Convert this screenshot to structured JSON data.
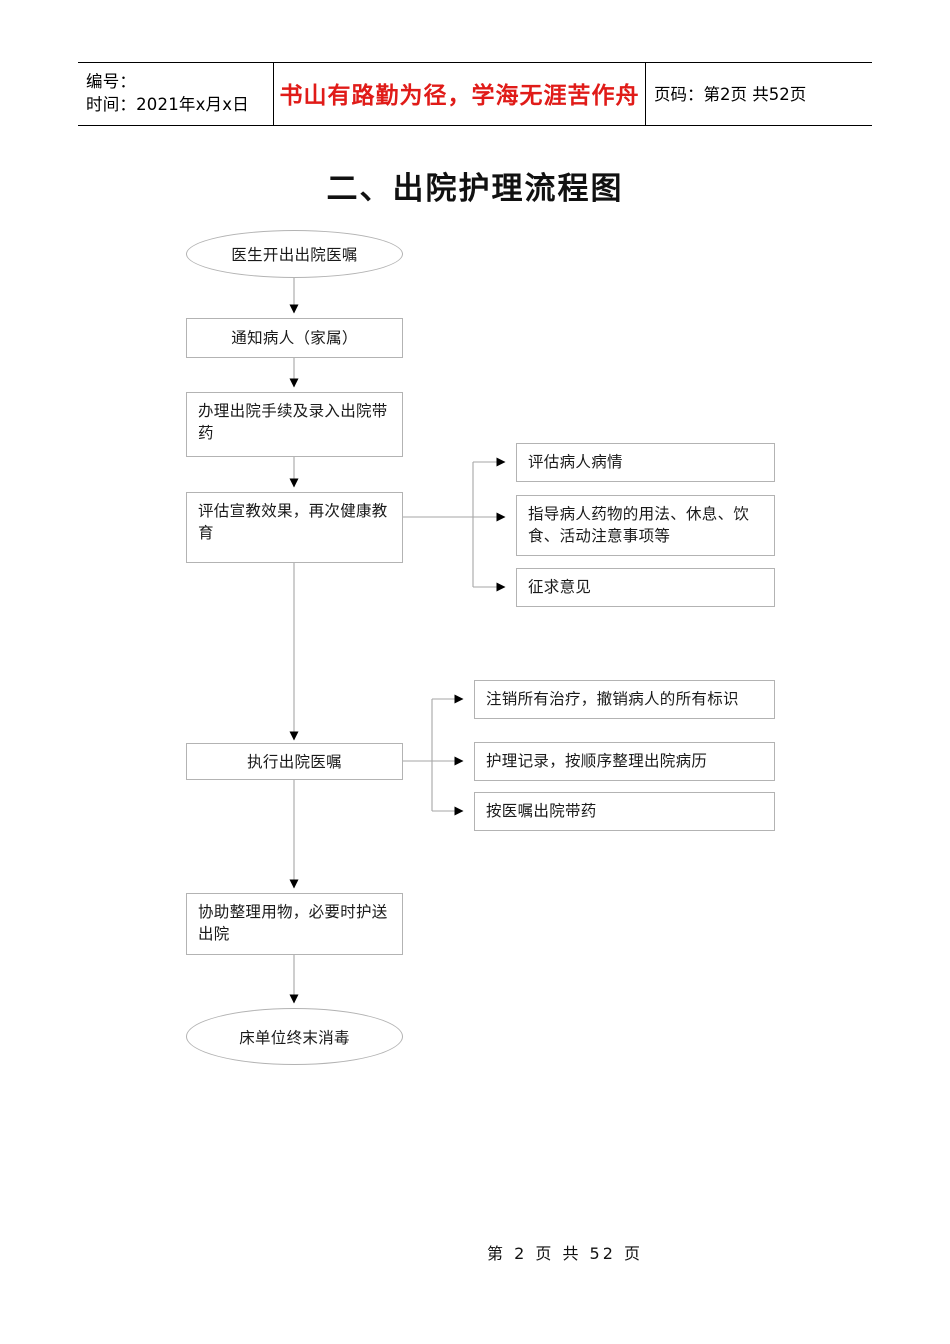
{
  "header": {
    "code_label": "编号：",
    "time_label": "时间：2021年x月x日",
    "motto": "书山有路勤为径，学海无涯苦作舟",
    "page_label": "页码：第2页 共52页",
    "motto_color": "#e01b18"
  },
  "title": "二、出院护理流程图",
  "footer": {
    "page_text": "第 2 页  共 52 页"
  },
  "chart_data": {
    "type": "flowchart",
    "title": "二、出院护理流程图",
    "orientation": "top-to-bottom",
    "nodes": [
      {
        "id": "n1",
        "shape": "ellipse",
        "label": "医生开出出院医嘱"
      },
      {
        "id": "n2",
        "shape": "rect",
        "label": "通知病人（家属）"
      },
      {
        "id": "n3",
        "shape": "rect",
        "label": "办理出院手续及录入出院带药"
      },
      {
        "id": "n4",
        "shape": "rect",
        "label": "评估宣教效果，再次健康教育"
      },
      {
        "id": "b1",
        "shape": "rect",
        "label": "评估病人病情"
      },
      {
        "id": "b2",
        "shape": "rect",
        "label": "指导病人药物的用法、休息、饮食、活动注意事项等"
      },
      {
        "id": "b3",
        "shape": "rect",
        "label": "征求意见"
      },
      {
        "id": "n5",
        "shape": "rect",
        "label": "执行出院医嘱"
      },
      {
        "id": "c1",
        "shape": "rect",
        "label": "注销所有治疗，撤销病人的所有标识"
      },
      {
        "id": "c2",
        "shape": "rect",
        "label": "护理记录，按顺序整理出院病历"
      },
      {
        "id": "c3",
        "shape": "rect",
        "label": "按医嘱出院带药"
      },
      {
        "id": "n6",
        "shape": "rect",
        "label": "协助整理用物，必要时护送出院"
      },
      {
        "id": "n7",
        "shape": "ellipse",
        "label": "床单位终末消毒"
      }
    ],
    "edges": [
      {
        "from": "n1",
        "to": "n2",
        "type": "arrow"
      },
      {
        "from": "n2",
        "to": "n3",
        "type": "arrow"
      },
      {
        "from": "n3",
        "to": "n4",
        "type": "arrow"
      },
      {
        "from": "n4",
        "to": "b1",
        "type": "arrow"
      },
      {
        "from": "n4",
        "to": "b2",
        "type": "arrow"
      },
      {
        "from": "n4",
        "to": "b3",
        "type": "arrow"
      },
      {
        "from": "n4",
        "to": "n5",
        "type": "arrow"
      },
      {
        "from": "n5",
        "to": "c1",
        "type": "arrow"
      },
      {
        "from": "n5",
        "to": "c2",
        "type": "arrow"
      },
      {
        "from": "n5",
        "to": "c3",
        "type": "arrow"
      },
      {
        "from": "n5",
        "to": "n6",
        "type": "arrow"
      },
      {
        "from": "n6",
        "to": "n7",
        "type": "arrow"
      }
    ],
    "node_border_color": "#b3b3b3",
    "connector_color": "#a6a6a6",
    "arrow_color": "#000000"
  },
  "flow": {
    "n1": "医生开出出院医嘱",
    "n2": "通知病人（家属）",
    "n3": "办理出院手续及录入出院带药",
    "n4": "评估宣教效果，再次健康教育",
    "b1": "评估病人病情",
    "b2": "指导病人药物的用法、休息、饮食、活动注意事项等",
    "b3": "征求意见",
    "n5": "执行出院医嘱",
    "c1": "注销所有治疗，撤销病人的所有标识",
    "c2": "护理记录，按顺序整理出院病历",
    "c3": "按医嘱出院带药",
    "n6": "协助整理用物，必要时护送出院",
    "n7": "床单位终末消毒"
  }
}
